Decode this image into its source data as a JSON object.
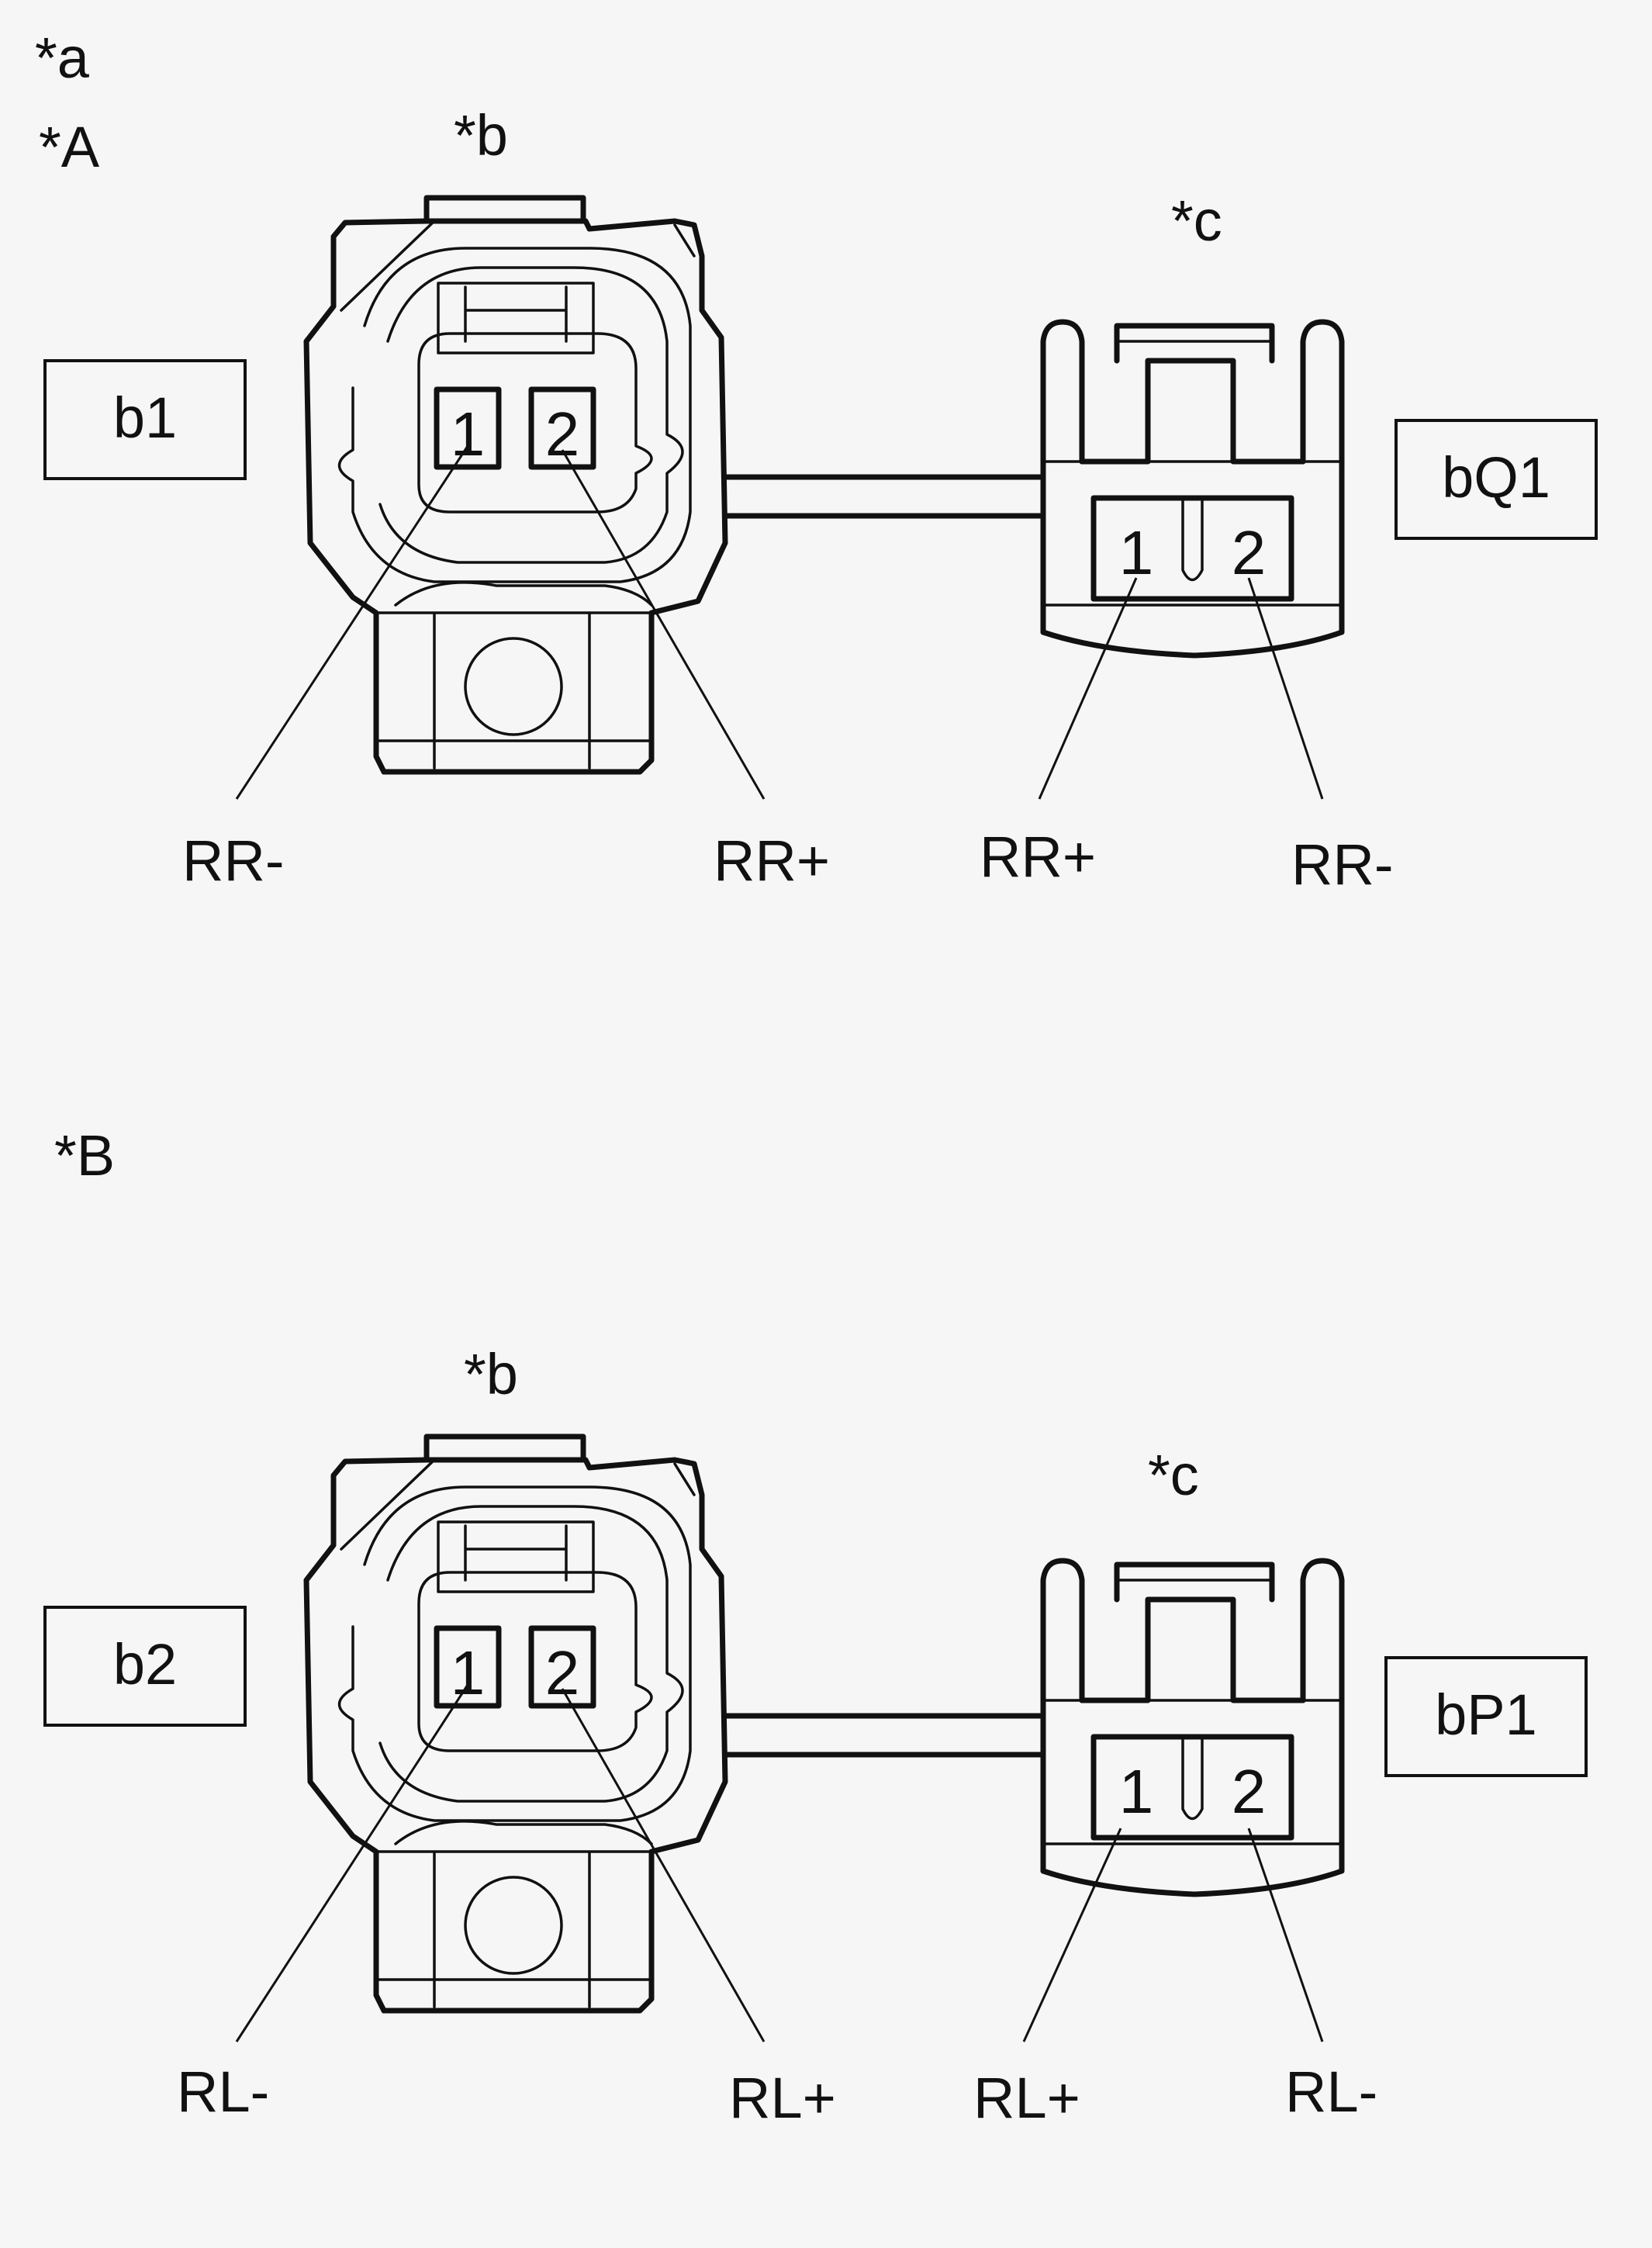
{
  "legend": {
    "a": "*a",
    "A": "*A",
    "B": "*B"
  },
  "section_A": {
    "sensor_callout": "*b",
    "connector_callout": "*c",
    "sensor_box": "b1",
    "connector_box": "bQ1",
    "sensor_pins": [
      "1",
      "2"
    ],
    "connector_pins": [
      "1",
      "2"
    ],
    "sensor_pin1_label": "RR-",
    "sensor_pin2_label": "RR+",
    "connector_pin1_label": "RR+",
    "connector_pin2_label": "RR-"
  },
  "section_B": {
    "sensor_callout": "*b",
    "connector_callout": "*c",
    "sensor_box": "b2",
    "connector_box": "bP1",
    "sensor_pins": [
      "1",
      "2"
    ],
    "connector_pins": [
      "1",
      "2"
    ],
    "sensor_pin1_label": "RL-",
    "sensor_pin2_label": "RL+",
    "connector_pin1_label": "RL+",
    "connector_pin2_label": "RL-"
  }
}
